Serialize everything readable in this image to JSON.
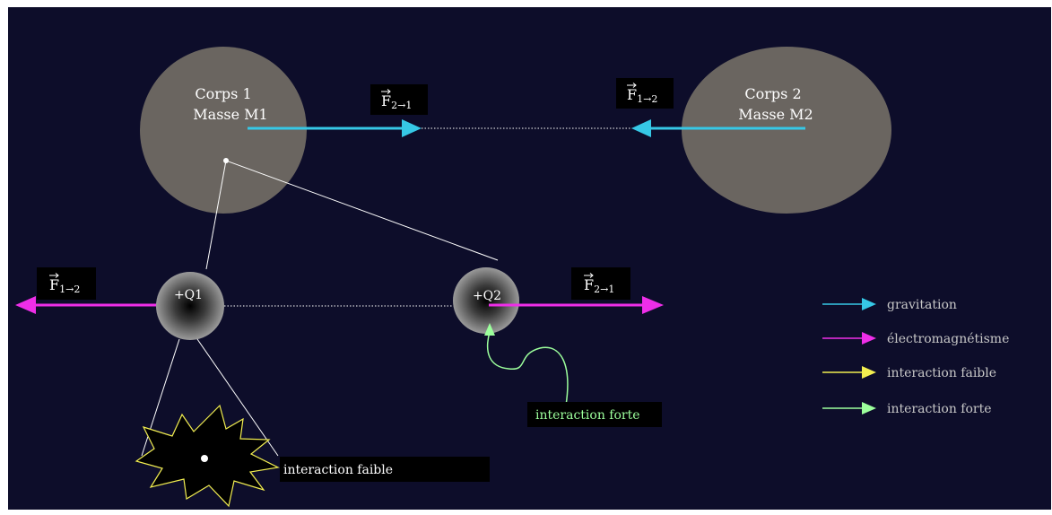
{
  "colors": {
    "background": "#0d0d2a",
    "body": "#6a6560",
    "gravitation": "#36c8e6",
    "electromagnetism": "#ee2ee8",
    "weak": "#f2ee50",
    "strong": "#9cff9c"
  },
  "bodies": {
    "body1": {
      "name": "Corps 1",
      "mass": "Masse M1"
    },
    "body2": {
      "name": "Corps 2",
      "mass": "Masse M2"
    }
  },
  "forces": {
    "top_left": {
      "symbol": "F",
      "subscript": "2→1"
    },
    "top_right": {
      "symbol": "F",
      "subscript": "1→2"
    },
    "bottom_left": {
      "symbol": "F",
      "subscript": "1→2"
    },
    "bottom_right": {
      "symbol": "F",
      "subscript": "2→1"
    }
  },
  "charges": {
    "q1": "+Q1",
    "q2": "+Q2"
  },
  "annotations": {
    "strong": "interaction forte",
    "weak": "interaction faible"
  },
  "legend": [
    {
      "label": "gravitation",
      "color": "#36c8e6"
    },
    {
      "label": "électromagnétisme",
      "color": "#ee2ee8"
    },
    {
      "label": "interaction faible",
      "color": "#f2ee50"
    },
    {
      "label": "interaction forte",
      "color": "#9cff9c"
    }
  ]
}
